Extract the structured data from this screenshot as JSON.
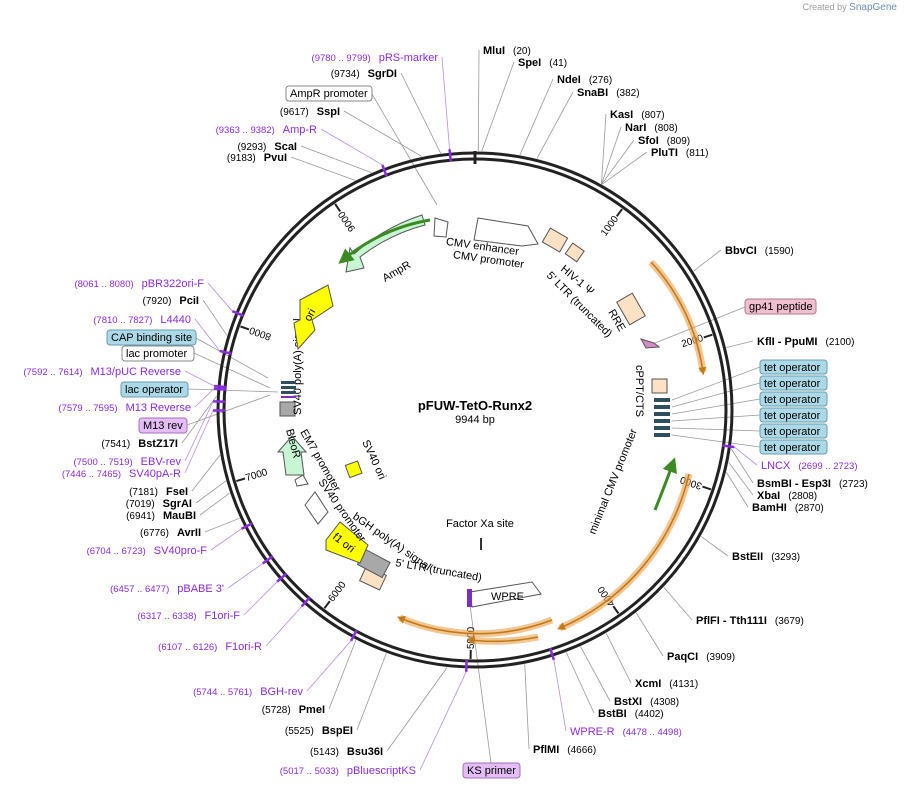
{
  "credit": {
    "prefix": "Created by",
    "brand": "SnapGene"
  },
  "plasmid": {
    "name": "pFUW-TetO-Runx2",
    "size_label": "9944 bp",
    "length": 9944
  },
  "ticks": [
    {
      "pos": 1000,
      "label": "1000"
    },
    {
      "pos": 2000,
      "label": "2000"
    },
    {
      "pos": 3000,
      "label": "3000"
    },
    {
      "pos": 4000,
      "label": "4000"
    },
    {
      "pos": 5000,
      "label": "5000"
    },
    {
      "pos": 6000,
      "label": "6000"
    },
    {
      "pos": 7000,
      "label": "7000"
    },
    {
      "pos": 8000,
      "label": "8000"
    },
    {
      "pos": 9000,
      "label": "9000"
    }
  ],
  "enzymes": [
    {
      "name": "MluI",
      "pos": "(20)",
      "bp": 20
    },
    {
      "name": "SpeI",
      "pos": "(41)",
      "bp": 41
    },
    {
      "name": "NdeI",
      "pos": "(276)",
      "bp": 276
    },
    {
      "name": "SnaBI",
      "pos": "(382)",
      "bp": 382
    },
    {
      "name": "KasI",
      "pos": "(807)",
      "bp": 807
    },
    {
      "name": "NarI",
      "pos": "(808)",
      "bp": 808
    },
    {
      "name": "SfoI",
      "pos": "(809)",
      "bp": 809
    },
    {
      "name": "PluTI",
      "pos": "(811)",
      "bp": 811
    },
    {
      "name": "BbvCI",
      "pos": "(1590)",
      "bp": 1590
    },
    {
      "name": "KflI  - PpuMI",
      "pos": "(2100)",
      "bp": 2100
    },
    {
      "name": "BsmBI  - Esp3I",
      "pos": "(2723)",
      "bp": 2723
    },
    {
      "name": "XbaI",
      "pos": "(2808)",
      "bp": 2808
    },
    {
      "name": "BamHI",
      "pos": "(2870)",
      "bp": 2870
    },
    {
      "name": "BstEII",
      "pos": "(3293)",
      "bp": 3293
    },
    {
      "name": "PflFI  - Tth111I",
      "pos": "(3679)",
      "bp": 3679
    },
    {
      "name": "PaqCI",
      "pos": "(3909)",
      "bp": 3909
    },
    {
      "name": "XcmI",
      "pos": "(4131)",
      "bp": 4131
    },
    {
      "name": "BstXI",
      "pos": "(4308)",
      "bp": 4308
    },
    {
      "name": "BstBI",
      "pos": "(4402)",
      "bp": 4402
    },
    {
      "name": "PflMI",
      "pos": "(4666)",
      "bp": 4666
    },
    {
      "name": "Bsu36I",
      "pos": "(5143)",
      "bp": 5143
    },
    {
      "name": "BspEI",
      "pos": "(5525)",
      "bp": 5525
    },
    {
      "name": "PmeI",
      "pos": "(5728)",
      "bp": 5728
    },
    {
      "name": "AvrII",
      "pos": "(6776)",
      "bp": 6776
    },
    {
      "name": "MauBI",
      "pos": "(6941)",
      "bp": 6941
    },
    {
      "name": "SgrAI",
      "pos": "(7019)",
      "bp": 7019
    },
    {
      "name": "FseI",
      "pos": "(7181)",
      "bp": 7181
    },
    {
      "name": "BstZ17I",
      "pos": "(7541)",
      "bp": 7541
    },
    {
      "name": "PciI",
      "pos": "(7920)",
      "bp": 7920
    },
    {
      "name": "PvuI",
      "pos": "(9183)",
      "bp": 9183
    },
    {
      "name": "ScaI",
      "pos": "(9293)",
      "bp": 9293
    },
    {
      "name": "SspI",
      "pos": "(9617)",
      "bp": 9617
    },
    {
      "name": "SgrDI",
      "pos": "(9734)",
      "bp": 9734
    }
  ],
  "primers": [
    {
      "name": "pRS-marker",
      "range": "(9780 .. 9799)",
      "bp": 9790
    },
    {
      "name": "Amp-R",
      "range": "(9363 .. 9382)",
      "bp": 9372
    },
    {
      "name": "pBR322ori-F",
      "range": "(8061 .. 8080)",
      "bp": 8070
    },
    {
      "name": "L4440",
      "range": "(7810 .. 7827)",
      "bp": 7818
    },
    {
      "name": "M13/pUC Reverse",
      "range": "(7592 .. 7614)",
      "bp": 7603
    },
    {
      "name": "M13 Reverse",
      "range": "(7579 .. 7595)",
      "bp": 7587
    },
    {
      "name": "EBV-rev",
      "range": "(7500 .. 7519)",
      "bp": 7510
    },
    {
      "name": "SV40pA-R",
      "range": "(7446 .. 7465)",
      "bp": 7455
    },
    {
      "name": "SV40pro-F",
      "range": "(6704 .. 6723)",
      "bp": 6713
    },
    {
      "name": "pBABE 3'",
      "range": "(6457 .. 6477)",
      "bp": 6467
    },
    {
      "name": "F1ori-F",
      "range": "(6317 .. 6338)",
      "bp": 6327
    },
    {
      "name": "F1ori-R",
      "range": "(6107 .. 6126)",
      "bp": 6116
    },
    {
      "name": "BGH-rev",
      "range": "(5744 .. 5761)",
      "bp": 5752
    },
    {
      "name": "pBluescriptKS",
      "range": "(5017 .. 5033)",
      "bp": 5025
    },
    {
      "name": "WPRE-R",
      "range": "(4478 .. 4498)",
      "bp": 4488
    },
    {
      "name": "LNCX",
      "range": "(2699 .. 2723)",
      "bp": 2711
    }
  ],
  "boxed_labels": {
    "ampr_promoter": "AmpR promoter",
    "cap_binding_site": "CAP binding site",
    "lac_promoter": "lac promoter",
    "lac_operator": "lac operator",
    "m13_rev": "M13 rev",
    "gp41_peptide": "gp41 peptide",
    "ks_primer": "KS primer",
    "tet_operators": [
      "tet operator",
      "tet operator",
      "tet operator",
      "tet operator",
      "tet operator",
      "tet operator"
    ]
  },
  "features": {
    "cmv_enhancer": "CMV enhancer",
    "cmv_promoter": "CMV promoter",
    "hiv_psi": "HIV-1 Ψ",
    "ltr5": "5' LTR (truncated)",
    "rre": "RRE",
    "cppt": "cPPT/CTS",
    "min_cmv": "minimal CMV promoter",
    "factor_xa": "Factor Xa site",
    "wpre": "WPRE",
    "ltr5b": "5' LTR (truncated)",
    "bgh": "bGH poly(A) signal",
    "f1ori": "f1 ori",
    "sv40promoter": "SV40 promoter",
    "em7": "EM7 promoter",
    "bleor": "BleoR",
    "sv40ori": "SV40 ori",
    "sv40polya": "SV40 poly(A) signal",
    "ori": "ori",
    "ampr": "AmpR"
  },
  "colors": {
    "backbone": "#222222",
    "primer": "#8a2be2",
    "orf_orange": "#e8a04b",
    "orf_green": "#63b944",
    "ampr_fill": "#c8f5d3",
    "ori_yellow": "#ffff00",
    "ltr_fill": "#fde1c4",
    "label_blue": "#acd9e8",
    "label_pink": "#f0bfcf",
    "primer_box": "#e4bdf5"
  }
}
